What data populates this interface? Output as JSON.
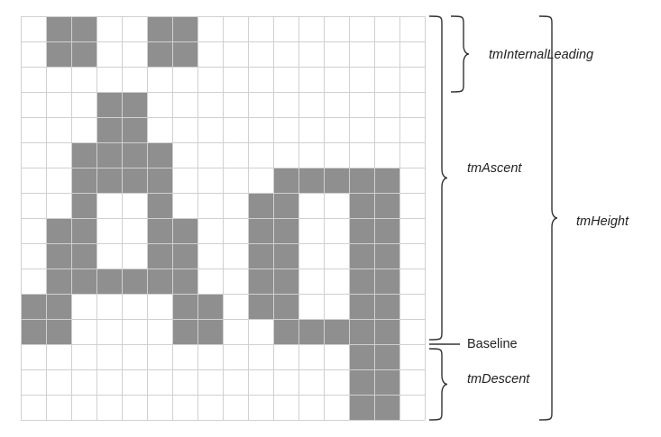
{
  "grid": {
    "columns": 16,
    "rows": 16,
    "cell_fill": "#8f8f8f",
    "line_color": "#d0d0d0",
    "filled_cells": [
      [
        0,
        1
      ],
      [
        0,
        2
      ],
      [
        0,
        5
      ],
      [
        0,
        6
      ],
      [
        1,
        1
      ],
      [
        1,
        2
      ],
      [
        1,
        5
      ],
      [
        1,
        6
      ],
      [
        3,
        3
      ],
      [
        3,
        4
      ],
      [
        4,
        3
      ],
      [
        4,
        4
      ],
      [
        5,
        2
      ],
      [
        5,
        3
      ],
      [
        5,
        4
      ],
      [
        5,
        5
      ],
      [
        6,
        2
      ],
      [
        6,
        3
      ],
      [
        6,
        4
      ],
      [
        6,
        5
      ],
      [
        6,
        10
      ],
      [
        6,
        11
      ],
      [
        6,
        12
      ],
      [
        6,
        13
      ],
      [
        6,
        14
      ],
      [
        7,
        2
      ],
      [
        7,
        5
      ],
      [
        7,
        9
      ],
      [
        7,
        10
      ],
      [
        7,
        13
      ],
      [
        7,
        14
      ],
      [
        8,
        1
      ],
      [
        8,
        2
      ],
      [
        8,
        5
      ],
      [
        8,
        6
      ],
      [
        8,
        9
      ],
      [
        8,
        10
      ],
      [
        8,
        13
      ],
      [
        8,
        14
      ],
      [
        9,
        1
      ],
      [
        9,
        2
      ],
      [
        9,
        5
      ],
      [
        9,
        6
      ],
      [
        9,
        9
      ],
      [
        9,
        10
      ],
      [
        9,
        13
      ],
      [
        9,
        14
      ],
      [
        10,
        1
      ],
      [
        10,
        2
      ],
      [
        10,
        3
      ],
      [
        10,
        4
      ],
      [
        10,
        5
      ],
      [
        10,
        6
      ],
      [
        10,
        9
      ],
      [
        10,
        10
      ],
      [
        10,
        13
      ],
      [
        10,
        14
      ],
      [
        11,
        0
      ],
      [
        11,
        1
      ],
      [
        11,
        6
      ],
      [
        11,
        7
      ],
      [
        11,
        9
      ],
      [
        11,
        10
      ],
      [
        11,
        13
      ],
      [
        11,
        14
      ],
      [
        12,
        0
      ],
      [
        12,
        1
      ],
      [
        12,
        6
      ],
      [
        12,
        7
      ],
      [
        12,
        10
      ],
      [
        12,
        11
      ],
      [
        12,
        12
      ],
      [
        12,
        13
      ],
      [
        12,
        14
      ],
      [
        13,
        13
      ],
      [
        13,
        14
      ],
      [
        14,
        13
      ],
      [
        14,
        14
      ],
      [
        15,
        13
      ],
      [
        15,
        14
      ]
    ]
  },
  "labels": {
    "internal_leading": "tmInternalLeading",
    "ascent": "tmAscent",
    "height": "tmHeight",
    "baseline": "Baseline",
    "descent": "tmDescent"
  },
  "brackets": {
    "internal_leading_rows": [
      0,
      3
    ],
    "ascent_rows": [
      0,
      13
    ],
    "descent_rows": [
      13,
      16
    ],
    "height_rows": [
      0,
      16
    ],
    "baseline_row": 13
  },
  "colors": {
    "stroke": "#333333"
  }
}
